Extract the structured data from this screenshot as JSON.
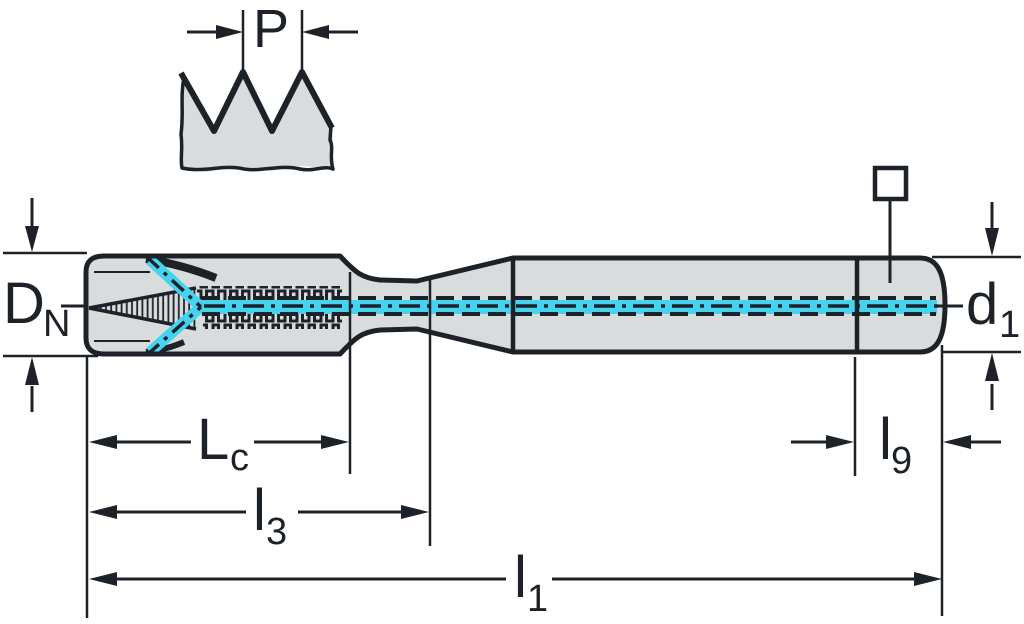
{
  "diagram": {
    "title": "Tap dimension drawing",
    "labels": {
      "pitch": {
        "main": "P",
        "sub": ""
      },
      "nominal_diameter": {
        "main": "D",
        "sub": "N"
      },
      "shank_diameter": {
        "main": "d",
        "sub": "1"
      },
      "chamfer_length": {
        "main": "L",
        "sub": "c"
      },
      "thread_length": {
        "main": "l",
        "sub": "3"
      },
      "overall_length": {
        "main": "l",
        "sub": "1"
      },
      "square_length": {
        "main": "l",
        "sub": "9"
      }
    },
    "colors": {
      "background": "#ffffff",
      "outline": "#1d2228",
      "body_fill": "#d8dcdc",
      "coolant": "#45d4f0"
    }
  }
}
